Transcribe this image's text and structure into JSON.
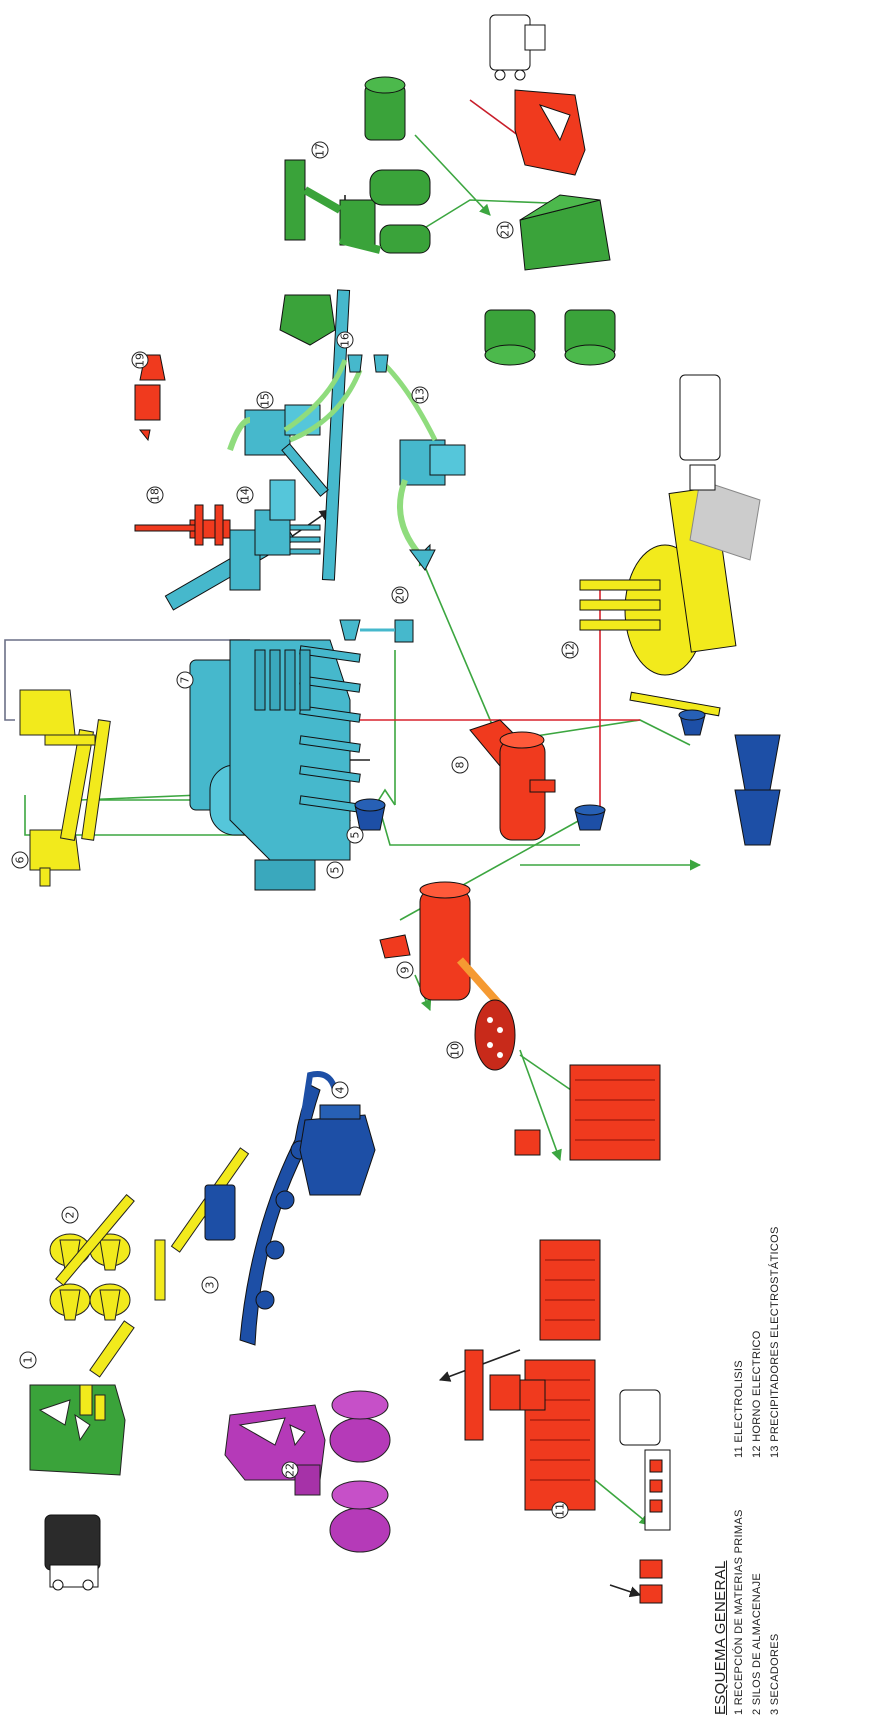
{
  "legend": {
    "title": "ESQUEMA GENERAL",
    "items": [
      "1  RECEPCIÓN DE MATERIAS PRIMAS",
      "2  SILOS DE ALMACENAJE",
      "3  SECADORES",
      "11  ELECTROLISIS",
      "12  HORNO ELECTRICO",
      "13  PRECIPITADORES ELECTROSTÁTICOS"
    ]
  },
  "markers": [
    "1",
    "2",
    "3",
    "4",
    "5",
    "5",
    "6",
    "7",
    "8",
    "9",
    "10",
    "11",
    "12",
    "13",
    "14",
    "15",
    "16",
    "17",
    "18",
    "19",
    "20",
    "21",
    "22"
  ],
  "colors": {
    "green": "#3aa33a",
    "yellow": "#f2ea1c",
    "blue": "#1d4fa6",
    "cyan": "#46b8cc",
    "red": "#f03a1e",
    "purple": "#b53ab8",
    "flow_green": "#3ca640",
    "flow_red": "#d9232e",
    "flow_gray": "#6a6f86"
  }
}
